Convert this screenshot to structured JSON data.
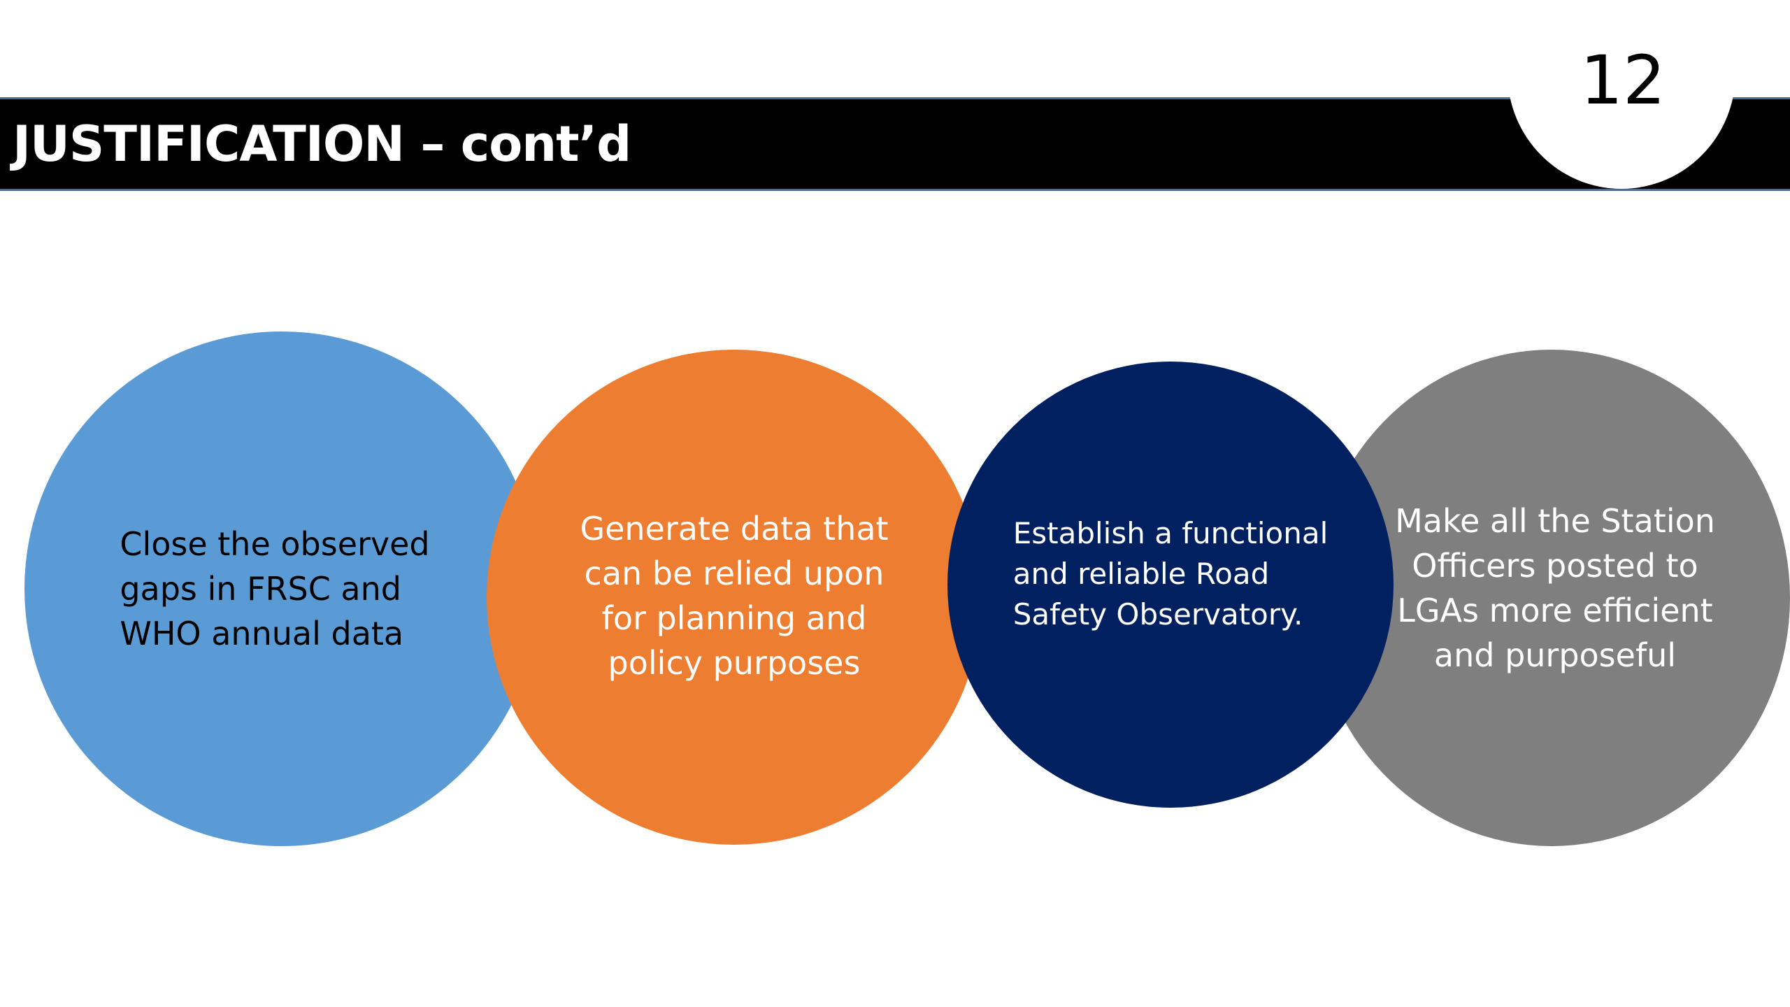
{
  "slide": {
    "title": "JUSTIFICATION – cont’d",
    "page_number": "12"
  },
  "circles": [
    {
      "text": "Close the observed\ngaps in FRSC and\nWHO annual data",
      "color": "#5b9bd5",
      "text_color": "#000000"
    },
    {
      "text": "Generate data that\ncan be relied upon\nfor planning and\npolicy purposes",
      "color": "#ed7d31",
      "text_color": "#ffffff"
    },
    {
      "text": "Establish a functional\nand reliable Road\nSafety Observatory.",
      "color": "#002060",
      "text_color": "#ffffff"
    },
    {
      "text": "Make all the Station\nOfficers posted to\nLGAs more efficient\nand purposeful",
      "color": "#7f7f7f",
      "text_color": "#ffffff"
    }
  ],
  "colors": {
    "title_bar": "#000000",
    "title_bar_border": "#4a6b95",
    "background": "#ffffff"
  }
}
